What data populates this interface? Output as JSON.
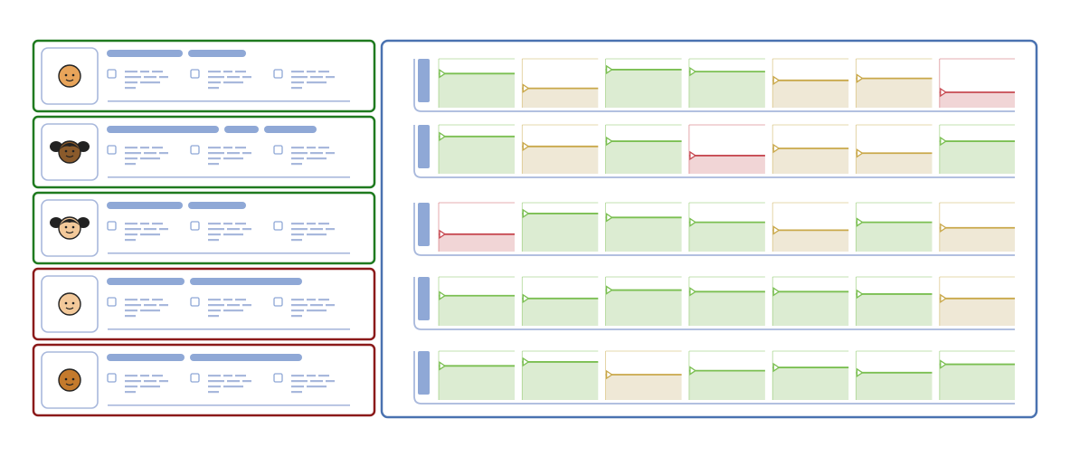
{
  "palette": {
    "good": "#1f7a1f",
    "bad": "#8b1a1a",
    "panel": "#4a72b0",
    "bar": "#8fa8d6",
    "line": "#a8b8dc",
    "fill_green": "#dcecd2",
    "stroke_green": "#7bbf52",
    "fill_tan": "#efe8d6",
    "stroke_tan": "#c9a84a",
    "fill_red": "#f1d5d6",
    "stroke_red": "#c74a52"
  },
  "students": [
    {
      "status": "good",
      "avatar": "plain",
      "skin": "#e8a45a",
      "headline": "short-long"
    },
    {
      "status": "good",
      "avatar": "pigtails",
      "skin": "#8a5a2b",
      "headline": "long-short-short"
    },
    {
      "status": "good",
      "avatar": "pigtails",
      "skin": "#f3c99a",
      "headline": "short-long"
    },
    {
      "status": "bad",
      "avatar": "plain",
      "skin": "#f3c99a",
      "headline": "long-long"
    },
    {
      "status": "bad",
      "avatar": "plain",
      "skin": "#c47a2c",
      "headline": "long-long"
    }
  ],
  "progress_rows": [
    [
      {
        "c": "green",
        "level": 0.72
      },
      {
        "c": "tan",
        "level": 0.35
      },
      {
        "c": "green",
        "level": 0.82
      },
      {
        "c": "green",
        "level": 0.77
      },
      {
        "c": "tan",
        "level": 0.55
      },
      {
        "c": "tan",
        "level": 0.6
      },
      {
        "c": "red",
        "level": 0.25
      }
    ],
    [
      {
        "c": "green",
        "level": 0.8
      },
      {
        "c": "tan",
        "level": 0.55
      },
      {
        "c": "green",
        "level": 0.68
      },
      {
        "c": "red",
        "level": 0.32
      },
      {
        "c": "tan",
        "level": 0.5
      },
      {
        "c": "tan",
        "level": 0.38
      },
      {
        "c": "green",
        "level": 0.68
      }
    ],
    [
      {
        "c": "red",
        "level": 0.3
      },
      {
        "c": "green",
        "level": 0.82
      },
      {
        "c": "green",
        "level": 0.72
      },
      {
        "c": "green",
        "level": 0.6
      },
      {
        "c": "tan",
        "level": 0.4
      },
      {
        "c": "green",
        "level": 0.6
      },
      {
        "c": "tan",
        "level": 0.46
      }
    ],
    [
      {
        "c": "green",
        "level": 0.62
      },
      {
        "c": "green",
        "level": 0.55
      },
      {
        "c": "green",
        "level": 0.76
      },
      {
        "c": "green",
        "level": 0.72
      },
      {
        "c": "green",
        "level": 0.72
      },
      {
        "c": "green",
        "level": 0.66
      },
      {
        "c": "tan",
        "level": 0.55
      }
    ],
    [
      {
        "c": "green",
        "level": 0.72
      },
      {
        "c": "green",
        "level": 0.82
      },
      {
        "c": "tan",
        "level": 0.5
      },
      {
        "c": "green",
        "level": 0.6
      },
      {
        "c": "green",
        "level": 0.68
      },
      {
        "c": "green",
        "level": 0.55
      },
      {
        "c": "green",
        "level": 0.76
      }
    ]
  ]
}
